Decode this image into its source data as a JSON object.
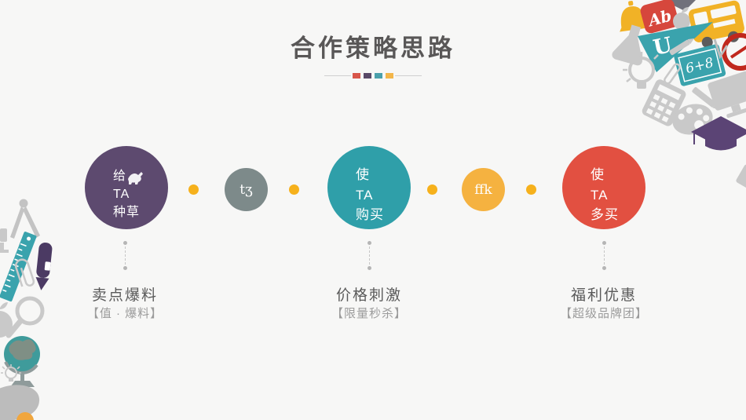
{
  "slide": {
    "title": "合作策略思路"
  },
  "palette": {
    "background": "#f7f7f6",
    "title_text": "#595757",
    "divider_squares": [
      "#d8564b",
      "#5a4a68",
      "#4ba0ab",
      "#f3b64a"
    ],
    "step_purple": "#5d4a6f",
    "step_teal": "#2f9fa9",
    "step_red": "#e25041",
    "connector_gray": "#7d8a8a",
    "connector_yellow": "#f5b240",
    "dot_yellow": "#f6b11c"
  },
  "process": {
    "steps": [
      {
        "lines": [
          "给",
          "TA",
          "种草"
        ],
        "label": "卖点爆料",
        "sublabel": "【值 · 爆料】"
      },
      {
        "lines": [
          "使",
          "TA",
          "购买"
        ],
        "label": "价格刺激",
        "sublabel": "【限量秒杀】"
      },
      {
        "lines": [
          "使",
          "TA",
          "多买"
        ],
        "label": "福利优惠",
        "sublabel": "【超级品牌团】"
      }
    ],
    "connectors": [
      {
        "glyph": "tʒ"
      },
      {
        "glyph": "ffk"
      }
    ]
  },
  "decorations": {
    "book_label": "Ab",
    "pennant_label": "U",
    "board_label": "6+8"
  }
}
